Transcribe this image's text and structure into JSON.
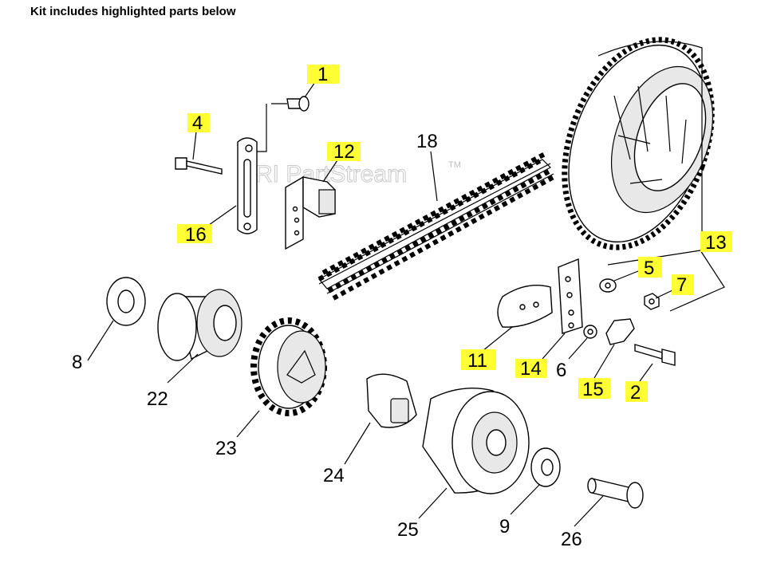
{
  "heading": "Kit includes highlighted parts below",
  "watermark": "ARI PartStream",
  "watermark_tm": "TM",
  "highlight_color": "#ffff33",
  "callouts": {
    "p1": "1",
    "p2": "2",
    "p4": "4",
    "p5": "5",
    "p6": "6",
    "p7": "7",
    "p8": "8",
    "p9": "9",
    "p11": "11",
    "p12": "12",
    "p13": "13",
    "p14": "14",
    "p15": "15",
    "p16": "16",
    "p18": "18",
    "p22": "22",
    "p23": "23",
    "p24": "24",
    "p25": "25",
    "p26": "26"
  }
}
